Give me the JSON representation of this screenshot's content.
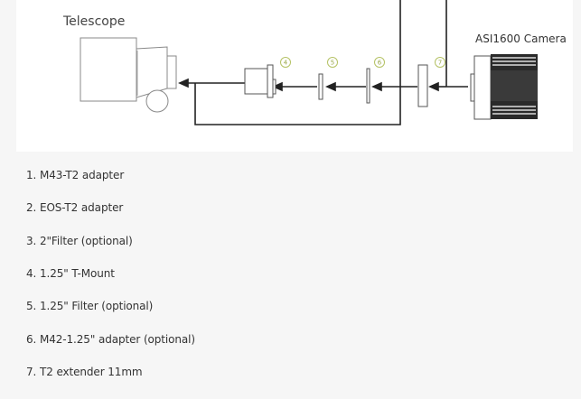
{
  "diagram": {
    "telescope_label": "Telescope",
    "camera_label": "ASI1600 Camera",
    "markers": [
      "4",
      "5",
      "6",
      "7"
    ]
  },
  "parts": [
    "1. M43-T2 adapter",
    "2. EOS-T2 adapter",
    "3. 2\"Filter (optional)",
    "4. 1.25\" T-Mount",
    "5. 1.25\" Filter (optional)",
    "6. M42-1.25\" adapter (optional)",
    "7. T2 extender 11mm"
  ],
  "colors": {
    "line": "#333333",
    "outline": "#777777",
    "marker": "#b5c265",
    "text": "#333333"
  }
}
